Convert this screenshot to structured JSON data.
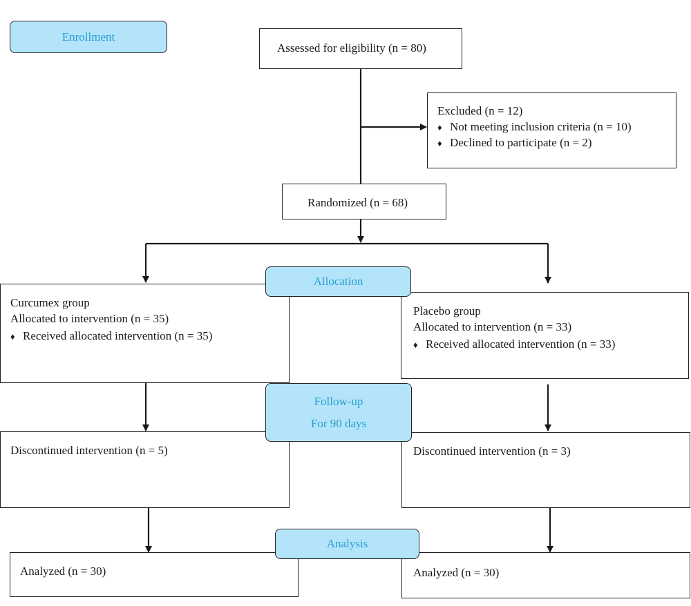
{
  "phases": {
    "enrollment": "Enrollment",
    "allocation": "Allocation",
    "followup_line1": "Follow-up",
    "followup_line2": "For 90 days",
    "analysis": "Analysis"
  },
  "assessed": "Assessed for eligibility (n = 80)",
  "excluded": {
    "title": "Excluded (n = 12)",
    "items": [
      "Not meeting inclusion criteria (n = 10)",
      "Declined to participate (n = 2)"
    ]
  },
  "randomized": "Randomized (n = 68)",
  "curcumex": {
    "title": "Curcumex group",
    "allocated": "Allocated to intervention (n = 35)",
    "received": "Received allocated intervention (n = 35)",
    "discontinued": "Discontinued intervention (n = 5)",
    "analyzed": "Analyzed (n = 30)"
  },
  "placebo": {
    "title": "Placebo group",
    "allocated": "Allocated to intervention (n = 33)",
    "received": "Received allocated intervention (n = 33)",
    "discontinued": "Discontinued intervention (n = 3)",
    "analyzed": "Analyzed (n = 30)"
  },
  "bullet_glyph": "♦",
  "colors": {
    "phase_fill": "#b3e4fa",
    "phase_text": "#2a9fd0",
    "line": "#1a1a1a"
  }
}
